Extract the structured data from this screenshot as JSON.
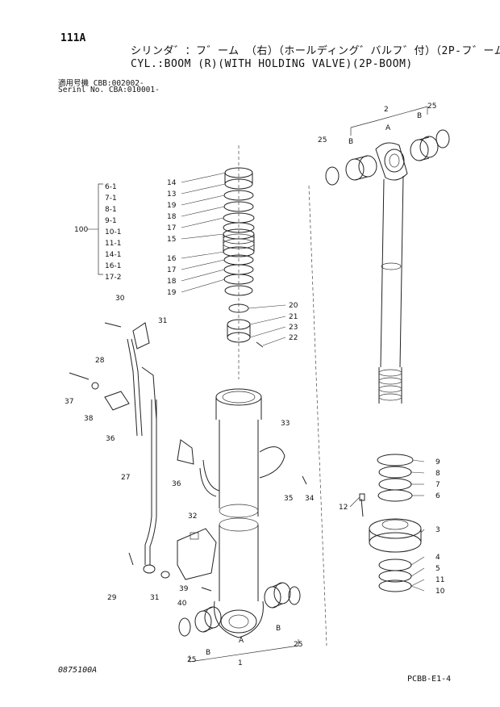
{
  "header": {
    "page_number": "111A",
    "title_jp": "シリンダ゛：フ゛ーム （右）（ホールディング゛バルフ゛付）（2P-フ゛ーム）",
    "title_en": "CYL.:BOOM (R)(WITH HOLDING VALVE)(2P-BOOM)",
    "serial_line1": "適用号機  CBB:002002-",
    "serial_line2": "Serinl No. CBA:010001-"
  },
  "footer": {
    "drawing_no": "0875100A",
    "page_code": "PCBB-E1-4"
  },
  "kit": {
    "number": "100",
    "items": [
      "6-1",
      "7-1",
      "8-1",
      "9-1",
      "10-1",
      "11-1",
      "14-1",
      "16-1",
      "17-2"
    ]
  },
  "callouts": {
    "c1": "1",
    "c2": "2",
    "c3": "3",
    "c4": "4",
    "c5": "5",
    "c6": "6",
    "c7": "7",
    "c8": "8",
    "c9": "9",
    "c10": "10",
    "c11": "11",
    "c12": "12",
    "c13": "13",
    "c14": "14",
    "c15": "15",
    "c16": "16",
    "c17a": "17",
    "c17b": "17",
    "c18a": "18",
    "c18b": "18",
    "c19a": "19",
    "c19b": "19",
    "c20": "20",
    "c21": "21",
    "c22": "22",
    "c23": "23",
    "c25a": "25",
    "c25b": "25",
    "c25c": "25",
    "c25d": "25",
    "c27": "27",
    "c28": "28",
    "c29": "29",
    "c30": "30",
    "c31a": "31",
    "c31b": "31",
    "c32": "32",
    "c33": "33",
    "c34": "34",
    "c35": "35",
    "c36a": "36",
    "c36b": "36",
    "c37": "37",
    "c38": "38",
    "c39": "39",
    "c40": "40",
    "A1": "A",
    "A2": "A",
    "B1": "B",
    "B2": "B",
    "B3": "B",
    "B4": "B"
  }
}
